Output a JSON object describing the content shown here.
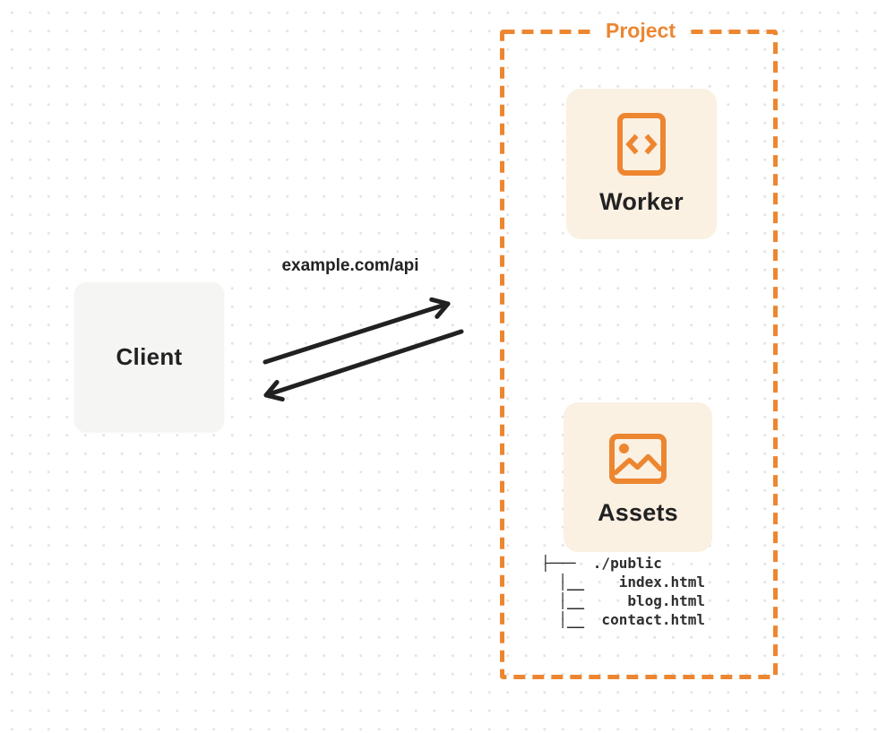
{
  "colors": {
    "accent": "#ED8630",
    "card_bg": "#FAF1E3",
    "client_bg": "#F5F5F4",
    "arrow": "#212121",
    "text_dark": "#222222",
    "tree_text": "#2E2E2E",
    "dot_grid": "#E3E3E3",
    "page_bg": "#FFFFFF"
  },
  "diagram": {
    "request_label": "example.com/api",
    "client": {
      "label": "Client"
    },
    "project": {
      "label": "Project",
      "worker": {
        "label": "Worker",
        "icon": "code-file-icon"
      },
      "assets": {
        "label": "Assets",
        "icon": "image-icon"
      },
      "file_tree": {
        "root": "./public",
        "files": [
          "index.html",
          "blog.html",
          "contact.html"
        ],
        "ascii": "├───  ./public\n  │__    index.html\n  │__     blog.html\n  │__  contact.html"
      }
    }
  }
}
